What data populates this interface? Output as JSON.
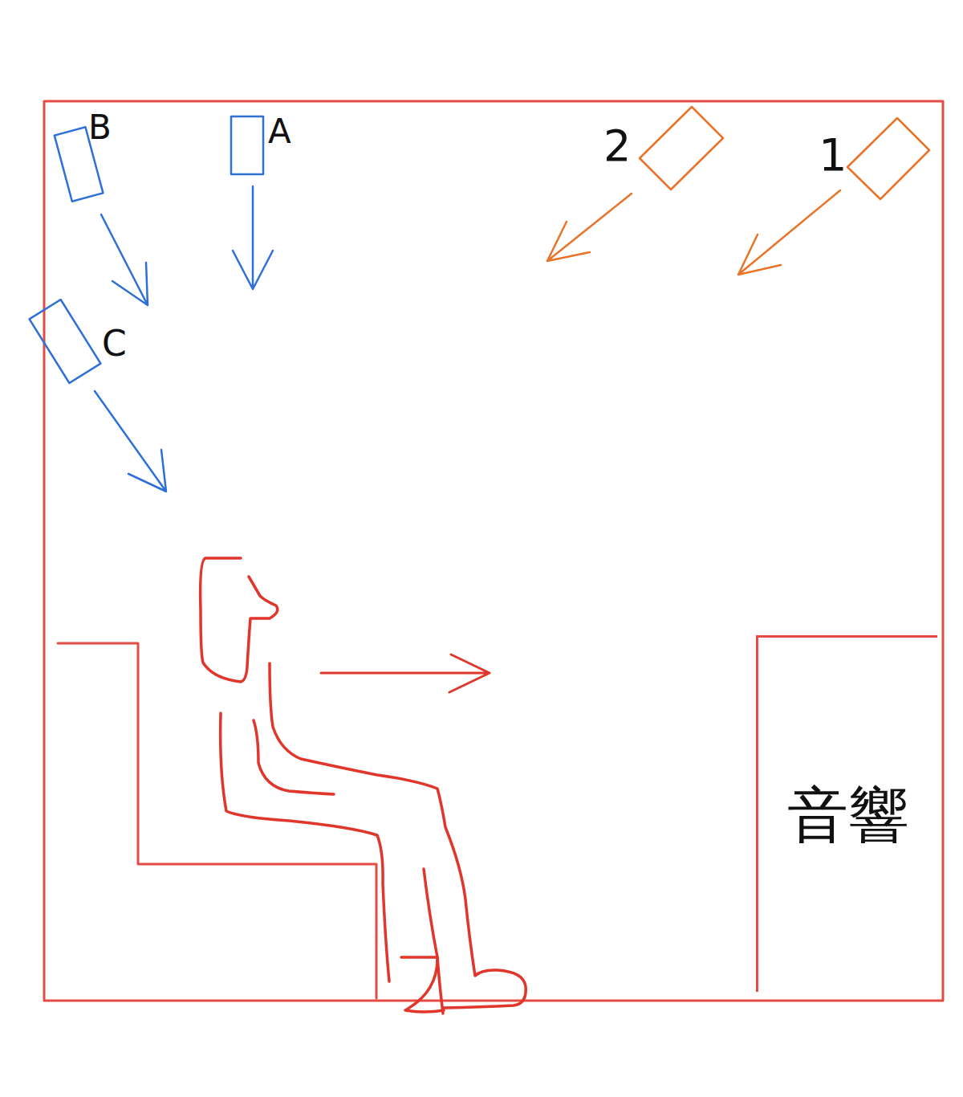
{
  "diagram": {
    "nodes": [
      {
        "text": [
          "音響"
        ]
      }
    ],
    "labels": [
      "B",
      "A",
      "2",
      "1",
      "C"
    ]
  }
}
